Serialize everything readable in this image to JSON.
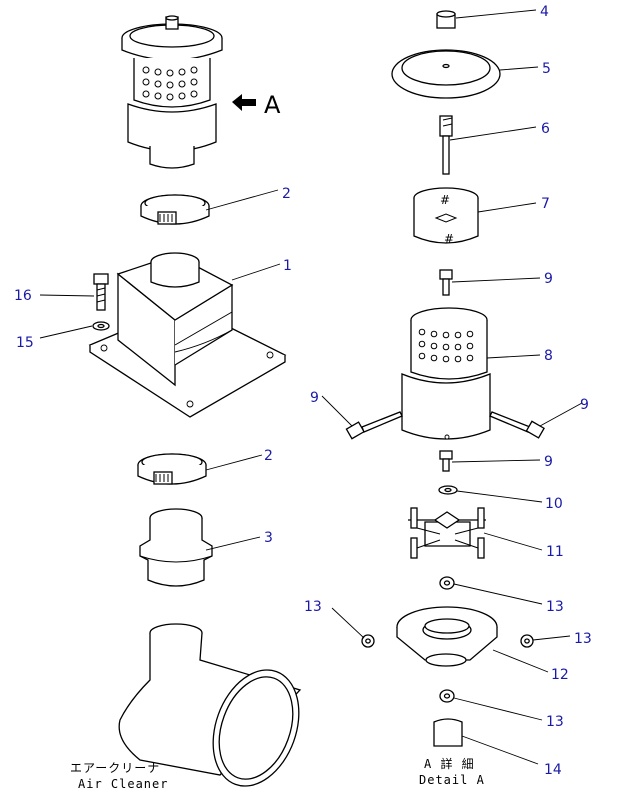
{
  "callouts": {
    "c1": "1",
    "c2a": "2",
    "c2b": "2",
    "c3": "3",
    "c4": "4",
    "c5": "5",
    "c6": "6",
    "c7": "7",
    "c8": "8",
    "c9a": "9",
    "c9b": "9",
    "c9c": "9",
    "c9d": "9",
    "c10": "10",
    "c11": "11",
    "c12": "12",
    "c13a": "13",
    "c13b": "13",
    "c13c": "13",
    "c13d": "13",
    "c14": "14",
    "c15": "15",
    "c16": "16"
  },
  "view_marker": {
    "label": "A",
    "icon": "arrow-left-icon"
  },
  "captions": {
    "air_cleaner_jp": "エアークリーナ",
    "air_cleaner_en": "Air Cleaner",
    "detail_jp": "A 詳 細",
    "detail_en": "Detail A"
  },
  "colors": {
    "callout": "#1a1aa8",
    "line": "#000000",
    "background": "#ffffff"
  }
}
